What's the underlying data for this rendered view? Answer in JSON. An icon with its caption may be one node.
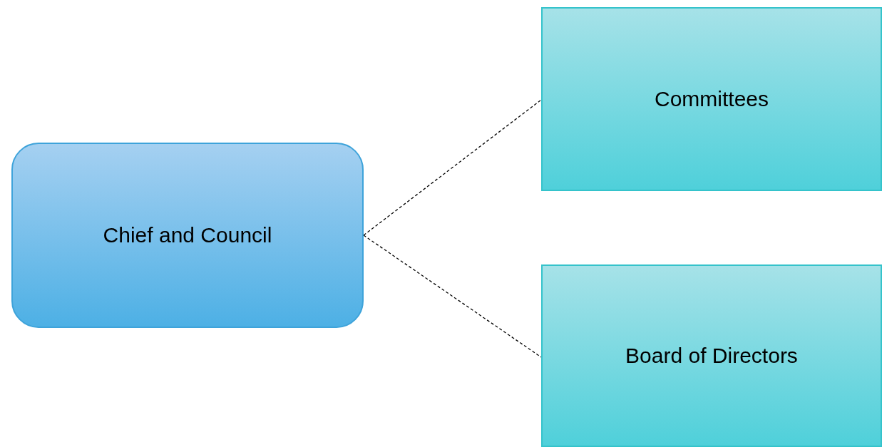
{
  "diagram": {
    "nodes": [
      {
        "text": [
          "Chief and Council"
        ]
      },
      {
        "text": [
          "Committees"
        ]
      },
      {
        "text": [
          "Board of Directors"
        ]
      }
    ],
    "edges": [
      {
        "from": 0,
        "to": 1,
        "arrow": "none",
        "style": "dashed"
      },
      {
        "from": 0,
        "to": 2,
        "arrow": "none",
        "style": "dashed"
      }
    ]
  }
}
